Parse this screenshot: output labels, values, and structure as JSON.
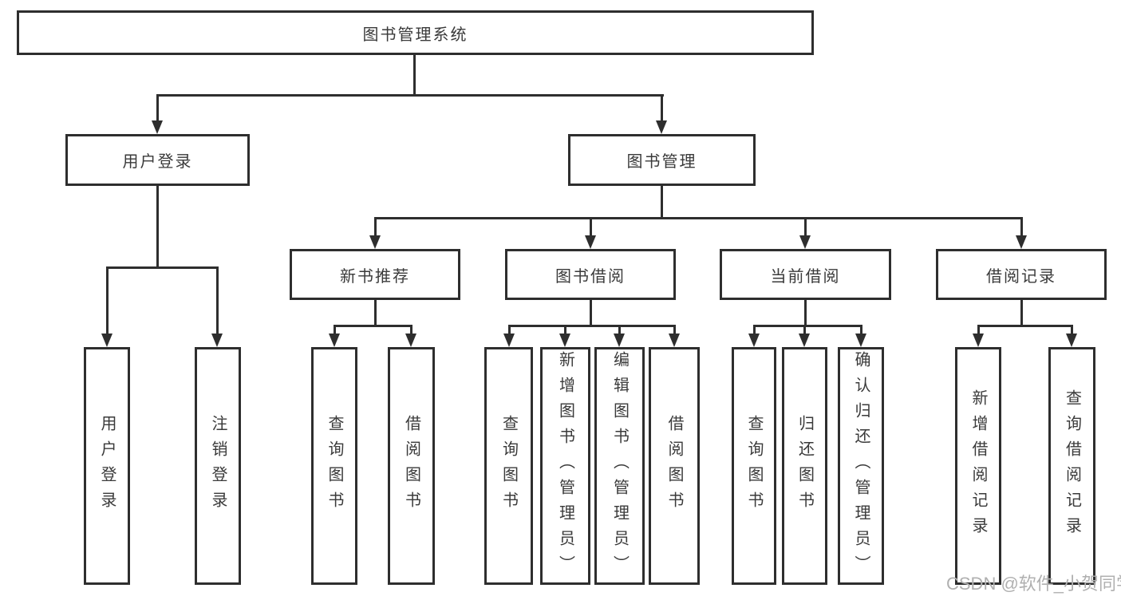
{
  "title": "图书管理系统",
  "nodes": {
    "root": "图书管理系统",
    "user_login": "用户登录",
    "book_mgmt": "图书管理",
    "new_book": "新书推荐",
    "book_borrow": "图书借阅",
    "current_borrow": "当前借阅",
    "borrow_record": "借阅记录",
    "leaf_login": "用户登录",
    "leaf_logout": "注销登录",
    "leaf_nb_query": "查询图书",
    "leaf_nb_borrow": "借阅图书",
    "leaf_bb_query": "查询图书",
    "leaf_bb_add": "新增图书（管理员）",
    "leaf_bb_edit": "编辑图书（管理员）",
    "leaf_bb_borrow": "借阅图书",
    "leaf_cb_query": "查询图书",
    "leaf_cb_return": "归还图书",
    "leaf_cb_confirm": "确认归还（管理员）",
    "leaf_br_add": "新增借阅记录",
    "leaf_br_query": "查询借阅记录"
  },
  "hierarchy": {
    "root": [
      "user_login",
      "book_mgmt"
    ],
    "user_login": [
      "leaf_login",
      "leaf_logout"
    ],
    "book_mgmt": [
      "new_book",
      "book_borrow",
      "current_borrow",
      "borrow_record"
    ],
    "new_book": [
      "leaf_nb_query",
      "leaf_nb_borrow"
    ],
    "book_borrow": [
      "leaf_bb_query",
      "leaf_bb_add",
      "leaf_bb_edit",
      "leaf_bb_borrow"
    ],
    "current_borrow": [
      "leaf_cb_query",
      "leaf_cb_return",
      "leaf_cb_confirm"
    ],
    "borrow_record": [
      "leaf_br_add",
      "leaf_br_query"
    ]
  },
  "watermark": "CSDN @软件_小贺同学",
  "colors": {
    "background": "#ffffff",
    "line": "#2e2e2e",
    "box_border": "#2e2e2e",
    "text": "#3a3a3a",
    "watermark": "#b0b0b0"
  }
}
